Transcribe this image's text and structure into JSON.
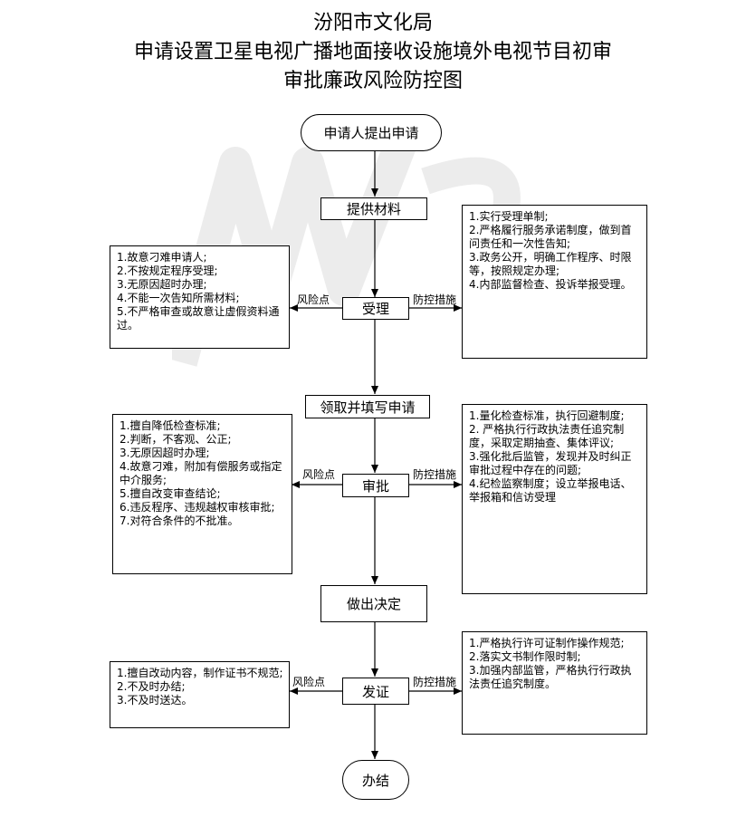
{
  "title": {
    "line1": "汾阳市文化局",
    "line2": "申请设置卫星电视广播地面接收设施境外电视节目初审",
    "line3": "审批廉政风险防控图"
  },
  "nodes": {
    "start": "申请人提出申请",
    "provide": "提供材料",
    "accept": "受理",
    "receive": "领取并填写申请",
    "approve": "审批",
    "decide": "做出决定",
    "issue": "发证",
    "end": "办结"
  },
  "labels": {
    "risk": "风险点",
    "control": "防控措施"
  },
  "accept_risks": [
    "1.故意刁难申请人;",
    "2.不按规定程序受理;",
    "3.无原因超时办理;",
    "4.不能一次告知所需材料;",
    "5.不严格审查或故意让虚假资料通过。"
  ],
  "accept_controls": [
    "1.实行受理单制;",
    "2.严格履行服务承诺制度，做到首问责任和一次性告知;",
    "3.政务公开，明确工作程序、时限等，按照规定办理;",
    "4.内部监督检查、投诉举报受理。"
  ],
  "approve_risks": [
    "1.擅自降低检查标准;",
    "2.判断，不客观、公正;",
    "3.无原因超时办理;",
    "4.故意刁难，附加有偿服务或指定中介服务;",
    "5.擅自改变审查结论;",
    "6.违反程序、违规越权审核审批;",
    "7.对符合条件的不批准。"
  ],
  "approve_controls": [
    "1.量化检查标准，执行回避制度;",
    "2. 严格执行行政执法责任追究制度，采取定期抽查、集体评议;",
    "3.强化批后监管，发现并及时纠正审批过程中存在的问题;",
    "4.纪检监察制度；设立举报电话、举报箱和信访受理"
  ],
  "issue_risks": [
    "1.擅自改动内容，制作证书不规范;",
    "2.不及时办结;",
    "3.不及时送达。"
  ],
  "issue_controls": [
    "1.严格执行许可证制作操作规范;",
    "2.落实文书制作限时制;",
    "3.加强内部监管，严格执行行政执法责任追究制度。"
  ]
}
